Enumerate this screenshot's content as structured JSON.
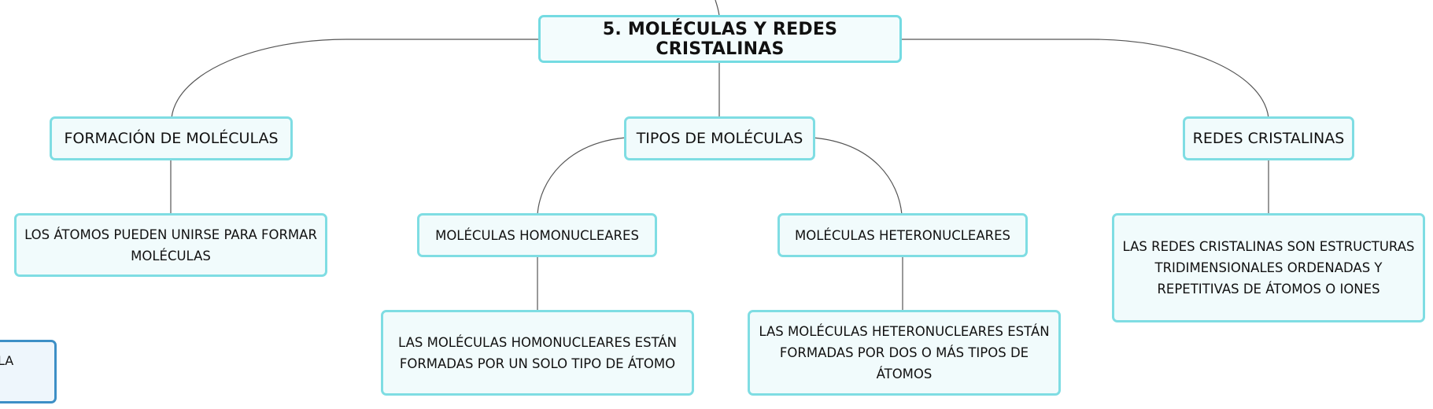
{
  "map": {
    "root": {
      "label": "5. MOLÉCULAS Y REDES CRISTALINAS"
    },
    "branches": [
      {
        "label": "FORMACIÓN DE MOLÉCULAS",
        "detail": "LOS ÁTOMOS PUEDEN UNIRSE PARA FORMAR MOLÉCULAS"
      },
      {
        "label": "TIPOS DE MOLÉCULAS",
        "children": [
          {
            "label": "MOLÉCULAS HOMONUCLEARES",
            "detail": "LAS MOLÉCULAS HOMONUCLEARES ESTÁN FORMADAS POR UN SOLO TIPO DE ÁTOMO"
          },
          {
            "label": "MOLÉCULAS HETERONUCLEARES",
            "detail": "LAS MOLÉCULAS HETERONUCLEARES ESTÁN FORMADAS POR DOS O MÁS TIPOS DE ÁTOMOS"
          }
        ]
      },
      {
        "label": "REDES CRISTALINAS",
        "detail": "LAS REDES CRISTALINAS SON ESTRUCTURAS TRIDIMENSIONALES ORDENADAS Y REPETITIVAS DE ÁTOMOS O IONES"
      }
    ],
    "partial_node": {
      "label": "LA"
    }
  },
  "colors": {
    "node_border": "#7fdde3",
    "node_fill": "#f1fbfc",
    "edge_node_border": "#3d8fc6",
    "connector": "#555555"
  }
}
